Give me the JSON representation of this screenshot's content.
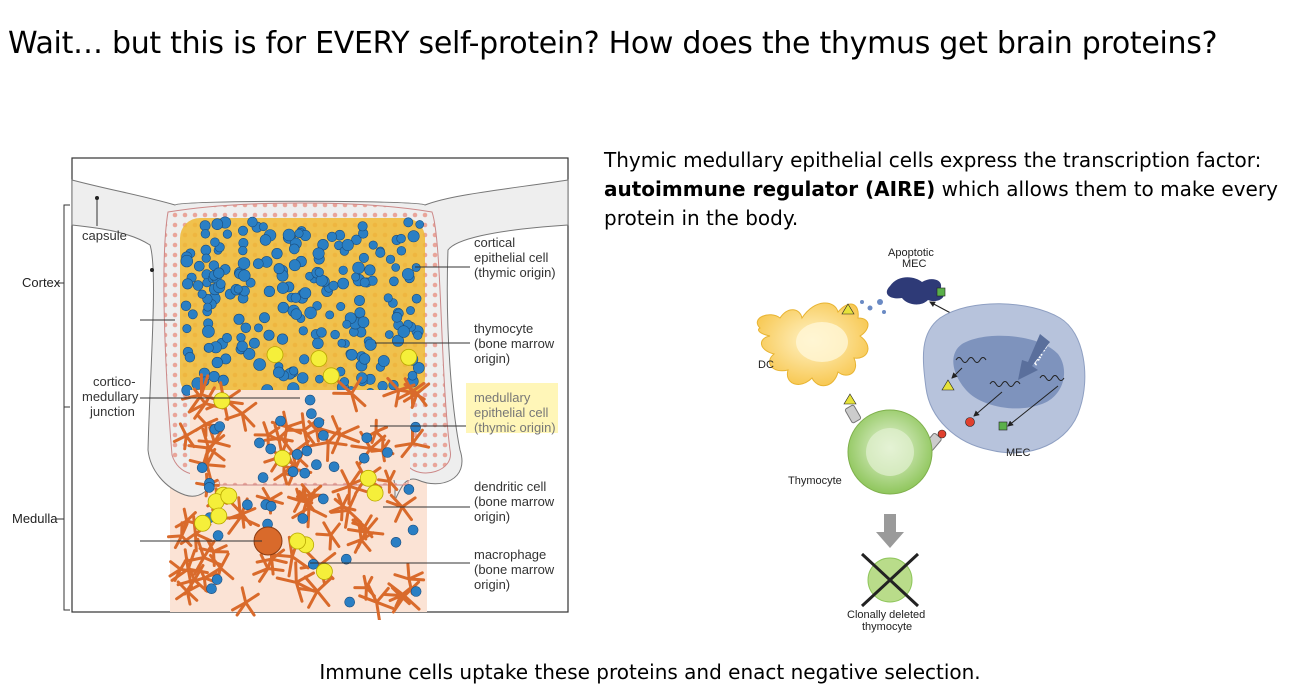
{
  "slide": {
    "title": "Wait… but this is for EVERY self-protein? How does the thymus get brain proteins?",
    "description_plain": "Thymic medullary epithelial cells express the transcription factor: ",
    "description_bold": "autoimmune regulator (AIRE)",
    "description_rest": " which allows them to make every protein in the body.",
    "footer": "Immune cells uptake these proteins and enact negative selection."
  },
  "thymus_figure": {
    "regions": {
      "cortex": "Cortex",
      "medulla": "Medulla"
    },
    "labels": {
      "capsule": "capsule",
      "cmj_1": "cortico-",
      "cmj_2": "medullary",
      "cmj_3": "junction",
      "cortical_1": "cortical",
      "cortical_2": "epithelial cell",
      "cortical_3": "(thymic origin)",
      "thymocyte_1": "thymocyte",
      "thymocyte_2": "(bone marrow",
      "thymocyte_3": "origin)",
      "medullary_1": "medullary",
      "medullary_2": "epithelial cell",
      "medullary_3": "(thymic origin)",
      "dendritic_1": "dendritic cell",
      "dendritic_2": "(bone marrow",
      "dendritic_3": "origin)",
      "macrophage_1": "macrophage",
      "macrophage_2": "(bone marrow",
      "macrophage_3": "origin)"
    },
    "colors": {
      "capsule": "#eeeeee",
      "cortical_epithelial": "#f0b830",
      "thymocyte": "#2a7fc4",
      "medullary_epithelial": "#f5ef3a",
      "medulla_bg": "#fbe3d5",
      "macrophage": "#d96a2b",
      "highlight": "#fff6b8"
    }
  },
  "aire_figure": {
    "labels": {
      "apoptotic_1": "Apoptotic",
      "apoptotic_2": "MEC",
      "dc": "DC",
      "aire": "AIRE",
      "mec": "MEC",
      "thymocyte": "Thymocyte",
      "deleted_1": "Clonally deleted",
      "deleted_2": "thymocyte"
    },
    "colors": {
      "dc": "#f7c54a",
      "mec": "#a9b9d6",
      "nucleus": "#7e93bd",
      "thymocyte": "#9fcf6e",
      "deleted": "#b9dc8a",
      "antigen_triangle": "#e6e23a",
      "antigen_circle": "#e0402e",
      "antigen_square": "#5ab04a"
    }
  }
}
